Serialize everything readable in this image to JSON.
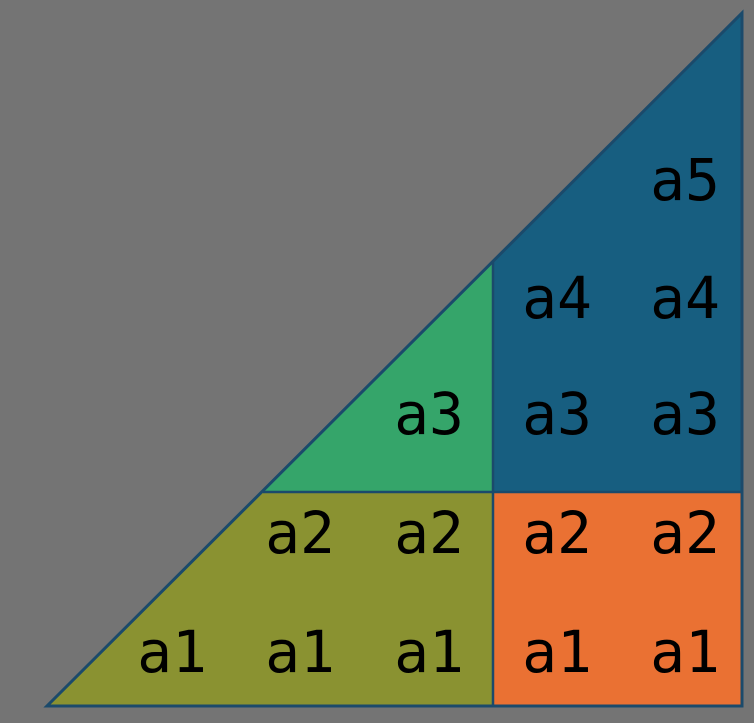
{
  "colors": {
    "background": "#747474",
    "olive_region": "#8a9231",
    "green_region": "#35a56a",
    "blue_region": "#175e80",
    "orange_region": "#ea7133",
    "outline": "#1b4a6b",
    "text": "#000000"
  },
  "cells": {
    "r5c5": "a5",
    "r4c4": "a4",
    "r4c5": "a4",
    "r3c3": "a3",
    "r3c4": "a3",
    "r3c5": "a3",
    "r2c2": "a2",
    "r2c3": "a2",
    "r2c4": "a2",
    "r2c5": "a2",
    "r1c1": "a1",
    "r1c2": "a1",
    "r1c3": "a1",
    "r1c4": "a1",
    "r1c5": "a1"
  }
}
